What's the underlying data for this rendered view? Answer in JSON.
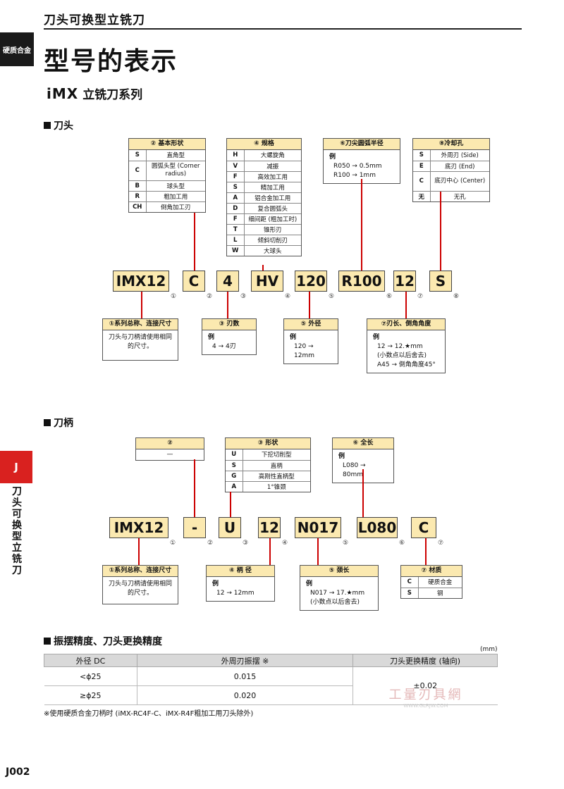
{
  "header": {
    "title": "刀头可换型立铣刀",
    "side_label": "硬质合金",
    "page_title": "型号的表示",
    "series_brand": "iMX",
    "series_text": "立铣刀系列",
    "page_no": "J002",
    "j_tab": "J",
    "j_vertical": "刀头可换型立铣刀"
  },
  "head_section": {
    "title": "刀头",
    "shape": {
      "title": "② 基本形状",
      "rows": [
        {
          "k": "S",
          "v": "直角型"
        },
        {
          "k": "C",
          "v": "圆弧头型 (Corner radius)"
        },
        {
          "k": "B",
          "v": "球头型"
        },
        {
          "k": "R",
          "v": "粗加工用"
        },
        {
          "k": "CH",
          "v": "倒角加工刃"
        }
      ]
    },
    "spec": {
      "title": "④ 规格",
      "rows": [
        {
          "k": "H",
          "v": "大螺旋角"
        },
        {
          "k": "V",
          "v": "减振"
        },
        {
          "k": "F",
          "v": "高效加工用"
        },
        {
          "k": "S",
          "v": "精加工用"
        },
        {
          "k": "A",
          "v": "铝合金加工用"
        },
        {
          "k": "D",
          "v": "复合圆弧头"
        },
        {
          "k": "F",
          "v": "细间距 (粗加工时)"
        },
        {
          "k": "T",
          "v": "锥形刃"
        },
        {
          "k": "L",
          "v": "倾斜切削刃"
        },
        {
          "k": "W",
          "v": "大球头"
        }
      ]
    },
    "radius": {
      "title": "⑥刀尖圆弧半径",
      "ex_label": "例",
      "lines": [
        "R050 → 0.5mm",
        "R100 → 1mm"
      ]
    },
    "coolant": {
      "title": "⑧冷却孔",
      "rows": [
        {
          "k": "S",
          "v": "外周刃 (Side)"
        },
        {
          "k": "E",
          "v": "底刃 (End)"
        },
        {
          "k": "C",
          "v": "底刃中心 (Center)"
        },
        {
          "k": "无",
          "v": "无孔"
        }
      ]
    },
    "codes": [
      {
        "text": "IMX12",
        "n": "①"
      },
      {
        "text": "C",
        "n": "②"
      },
      {
        "text": "4",
        "n": "③"
      },
      {
        "text": "HV",
        "n": "④"
      },
      {
        "text": "120",
        "n": "⑤"
      },
      {
        "text": "R100",
        "n": "⑥"
      },
      {
        "text": "12",
        "n": "⑦"
      },
      {
        "text": "S",
        "n": "⑧"
      }
    ],
    "series": {
      "title": "①系列总称、连接尺寸",
      "text": "刀头与刀柄请使用相同的尺寸。"
    },
    "flutes": {
      "title": "③ 刃数",
      "ex_label": "例",
      "lines": [
        "4 → 4刃"
      ]
    },
    "dia": {
      "title": "⑤ 外径",
      "ex_label": "例",
      "lines": [
        "120 → 12mm"
      ]
    },
    "length": {
      "title": "⑦刃长、倒角角度",
      "ex_label": "例",
      "lines": [
        "12 → 12.★mm",
        "(小数点以后舍去)",
        "A45 → 倒角角度45°"
      ]
    }
  },
  "shank_section": {
    "title": "刀柄",
    "dash": {
      "title": "②",
      "value": "—"
    },
    "shape": {
      "title": "③ 形状",
      "rows": [
        {
          "k": "U",
          "v": "下挖切削型"
        },
        {
          "k": "S",
          "v": "直柄"
        },
        {
          "k": "G",
          "v": "高刚性直柄型"
        },
        {
          "k": "A",
          "v": "1°锥颈"
        }
      ]
    },
    "total": {
      "title": "⑥ 全长",
      "ex_label": "例",
      "lines": [
        "L080 → 80mm"
      ]
    },
    "codes": [
      {
        "text": "IMX12",
        "n": "①"
      },
      {
        "text": "-",
        "n": "②"
      },
      {
        "text": "U",
        "n": "③"
      },
      {
        "text": "12",
        "n": "④"
      },
      {
        "text": "N017",
        "n": "⑤"
      },
      {
        "text": "L080",
        "n": "⑥"
      },
      {
        "text": "C",
        "n": "⑦"
      }
    ],
    "series": {
      "title": "①系列总称、连接尺寸",
      "text": "刀头与刀柄请使用相同的尺寸。"
    },
    "dia": {
      "title": "④ 柄 径",
      "ex_label": "例",
      "lines": [
        "12 → 12mm"
      ]
    },
    "neck": {
      "title": "⑤ 颈长",
      "ex_label": "例",
      "lines": [
        "N017 → 17.★mm",
        "(小数点以后舍去)"
      ]
    },
    "material": {
      "title": "⑦ 材质",
      "rows": [
        {
          "k": "C",
          "v": "硬质合金"
        },
        {
          "k": "S",
          "v": "钢"
        }
      ]
    }
  },
  "accuracy": {
    "title": "振摆精度、刀头更换精度",
    "unit": "(mm)",
    "headers": [
      "外径 DC",
      "外周刃振摆 ※",
      "刀头更换精度 (轴向)"
    ],
    "rows": [
      {
        "dc": "<ϕ25",
        "runout": "0.015"
      },
      {
        "dc": "≥ϕ25",
        "runout": "0.020"
      }
    ],
    "change": "±0.02",
    "note": "※使用硬质合金刀柄时 (iMX-RC4F-C、iMX-R4F粗加工用刀头除外)"
  },
  "watermark": {
    "main": "工量刃具網",
    "url": "WWW.GLRJW.COM"
  }
}
